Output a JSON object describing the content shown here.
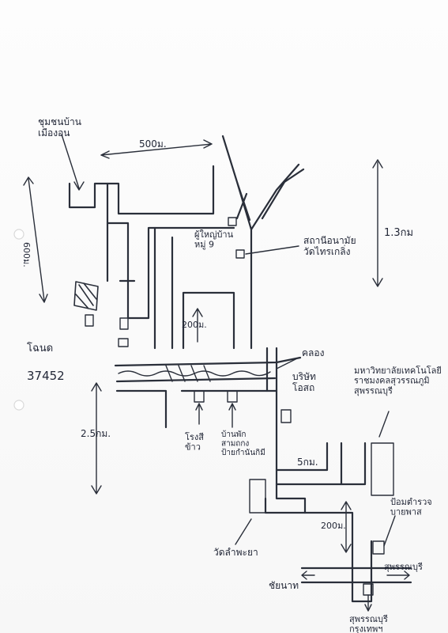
{
  "colors": {
    "ink": "#2a2f3a",
    "paper": "#fbfbfb"
  },
  "labels": {
    "village": "ชุมชนบ้าน\nเมืองอน",
    "dist_500m": "500ม.",
    "dist_600m": "600ม.",
    "dist_1_3km": "1.3กม",
    "headman_house": "ผู้ใหญ่บ้าน\nหมู่ 9",
    "health_station": "สถานีอนามัย\nวัดไทรเกลิ่ง",
    "dist_200m_a": "200ม.",
    "canal": "คลอง",
    "company": "บริษัท\nโอสถ",
    "code_label": "โฉนด",
    "code_number": "37452",
    "university": "มหาวิทยาลัยเทคโนโลยี\nราชมงคลสุวรรณภูมิ\nสุพรรณบุรี",
    "dist_2_5km": "2.5กม.",
    "resort": "โรงสี\nข้าว",
    "rice_mill": "บ้านพัก\nสามถกง\nป้ายกำนันกิมี",
    "dist_5km": "5กม.",
    "police_box": "ป้อมตำรวจ\nบายพาส",
    "dist_200m_b": "200ม.",
    "temple": "วัดลำพะยา",
    "to_chainat": "ชัยนาท",
    "to_suphan": "สุพรรณบุรี",
    "bottom_note": "สุพรรณบุรี\nกรุงเทพฯ"
  }
}
